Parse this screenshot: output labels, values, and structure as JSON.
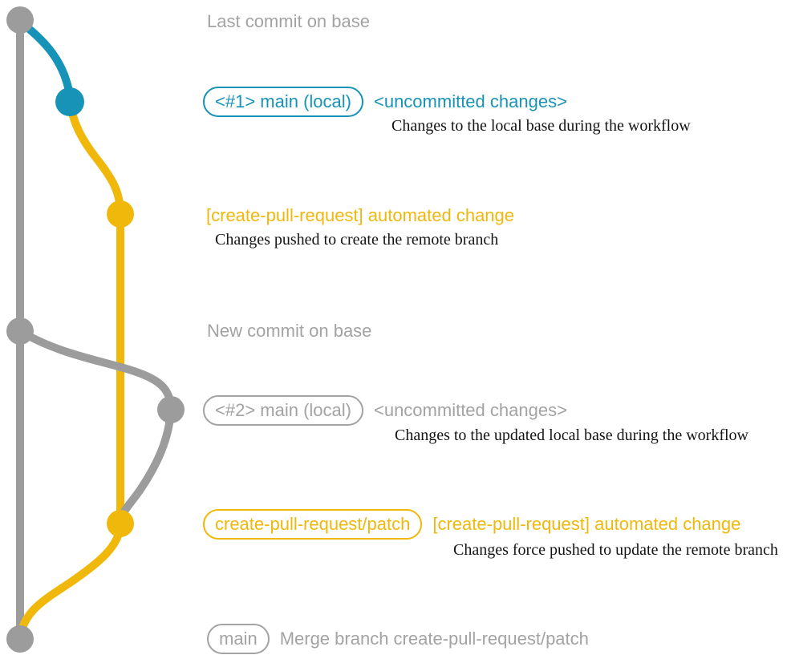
{
  "colors": {
    "blue": "#1793b7",
    "yellow": "#f0b80b",
    "gray-line": "#9c9c9c",
    "gray-text": "#a3a3a3",
    "caption-text": "#141414"
  },
  "labels": {
    "last_commit": "Last commit on base",
    "new_commit": "New commit on base",
    "row1": {
      "badge": "<#1> main (local)",
      "title": "<uncommitted changes>",
      "caption": "Changes to the local base during the workflow"
    },
    "row2": {
      "title": "[create-pull-request] automated change",
      "caption": "Changes pushed to create the remote branch"
    },
    "row3": {
      "badge": "<#2> main (local)",
      "title": "<uncommitted changes>",
      "caption": "Changes to the updated local base during the workflow"
    },
    "row4": {
      "badge": "create-pull-request/patch",
      "title": "[create-pull-request] automated change",
      "caption": "Changes force pushed to update the remote branch"
    },
    "row5": {
      "badge": "main",
      "title": "Merge branch create-pull-request/patch"
    }
  }
}
